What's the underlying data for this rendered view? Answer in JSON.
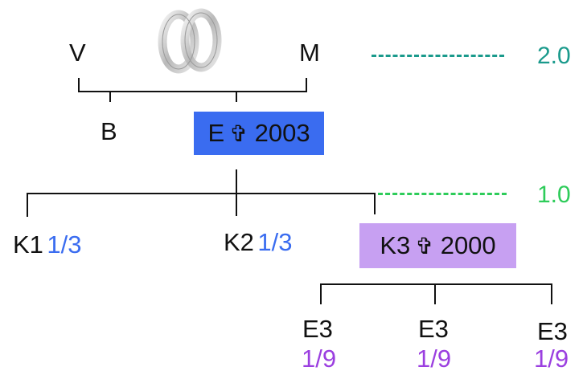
{
  "nodes": {
    "v": "V",
    "m": "M",
    "b": "B",
    "e": {
      "name": "E",
      "year": "2003"
    },
    "k1": {
      "name": "K1",
      "share": "1/3"
    },
    "k2": {
      "name": "K2",
      "share": "1/3"
    },
    "k3": {
      "name": "K3",
      "year": "2000"
    },
    "e3a": {
      "name": "E3",
      "share": "1/9"
    },
    "e3b": {
      "name": "E3",
      "share": "1/9"
    },
    "e3c": {
      "name": "E3",
      "share": "1/9"
    }
  },
  "levels": {
    "top": "2.0",
    "middle": "1.0"
  },
  "icons": {
    "wedding": "wedding-rings-icon",
    "deceased": "cross-icon",
    "cross_glyph": "✞"
  },
  "colors": {
    "e_box": "#3a6cf0",
    "k3_box": "#c7a0f2",
    "share_blue": "#3a6cf0",
    "share_purple": "#9b3fe0",
    "level_top": "#1a9a8c",
    "level_middle": "#2ecc5a"
  }
}
